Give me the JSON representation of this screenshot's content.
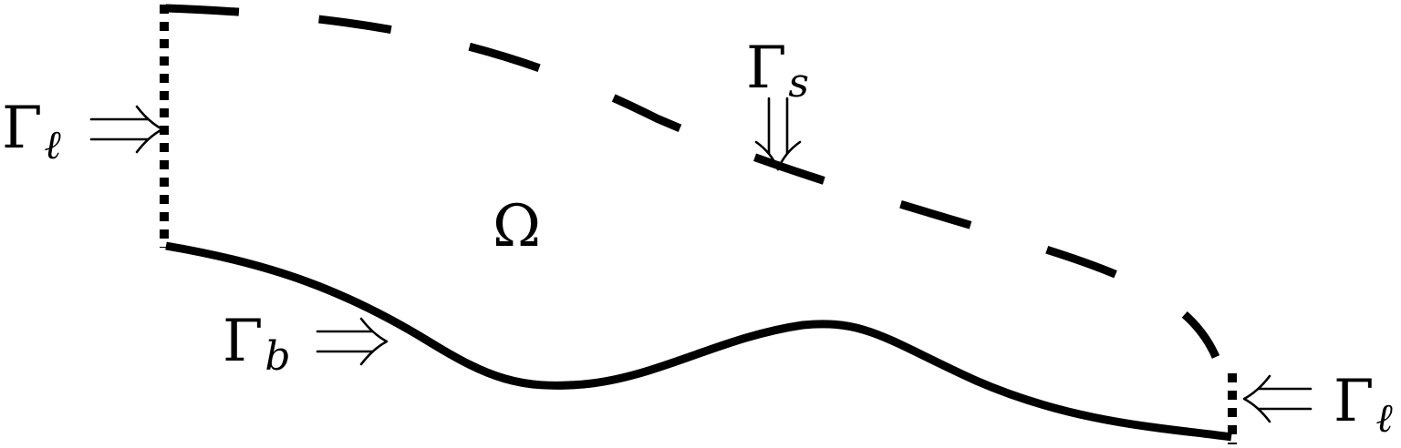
{
  "diagram": {
    "labels": {
      "domain": "Ω",
      "surface_boundary": {
        "base": "Γ",
        "subscript": "s"
      },
      "bed_boundary": {
        "base": "Γ",
        "subscript": "b"
      },
      "lateral_boundary_left": {
        "base": "Γ",
        "subscript": "ℓ"
      },
      "lateral_boundary_right": {
        "base": "Γ",
        "subscript": "ℓ"
      }
    },
    "line_styles": {
      "surface_boundary": "dashed",
      "bed_boundary": "solid",
      "lateral_boundary": "dotted"
    },
    "colors": {
      "stroke": "#000000",
      "background": "#ffffff"
    },
    "arrows": [
      "double-arrow-right",
      "double-arrow-down",
      "double-arrow-right",
      "double-arrow-left"
    ]
  }
}
